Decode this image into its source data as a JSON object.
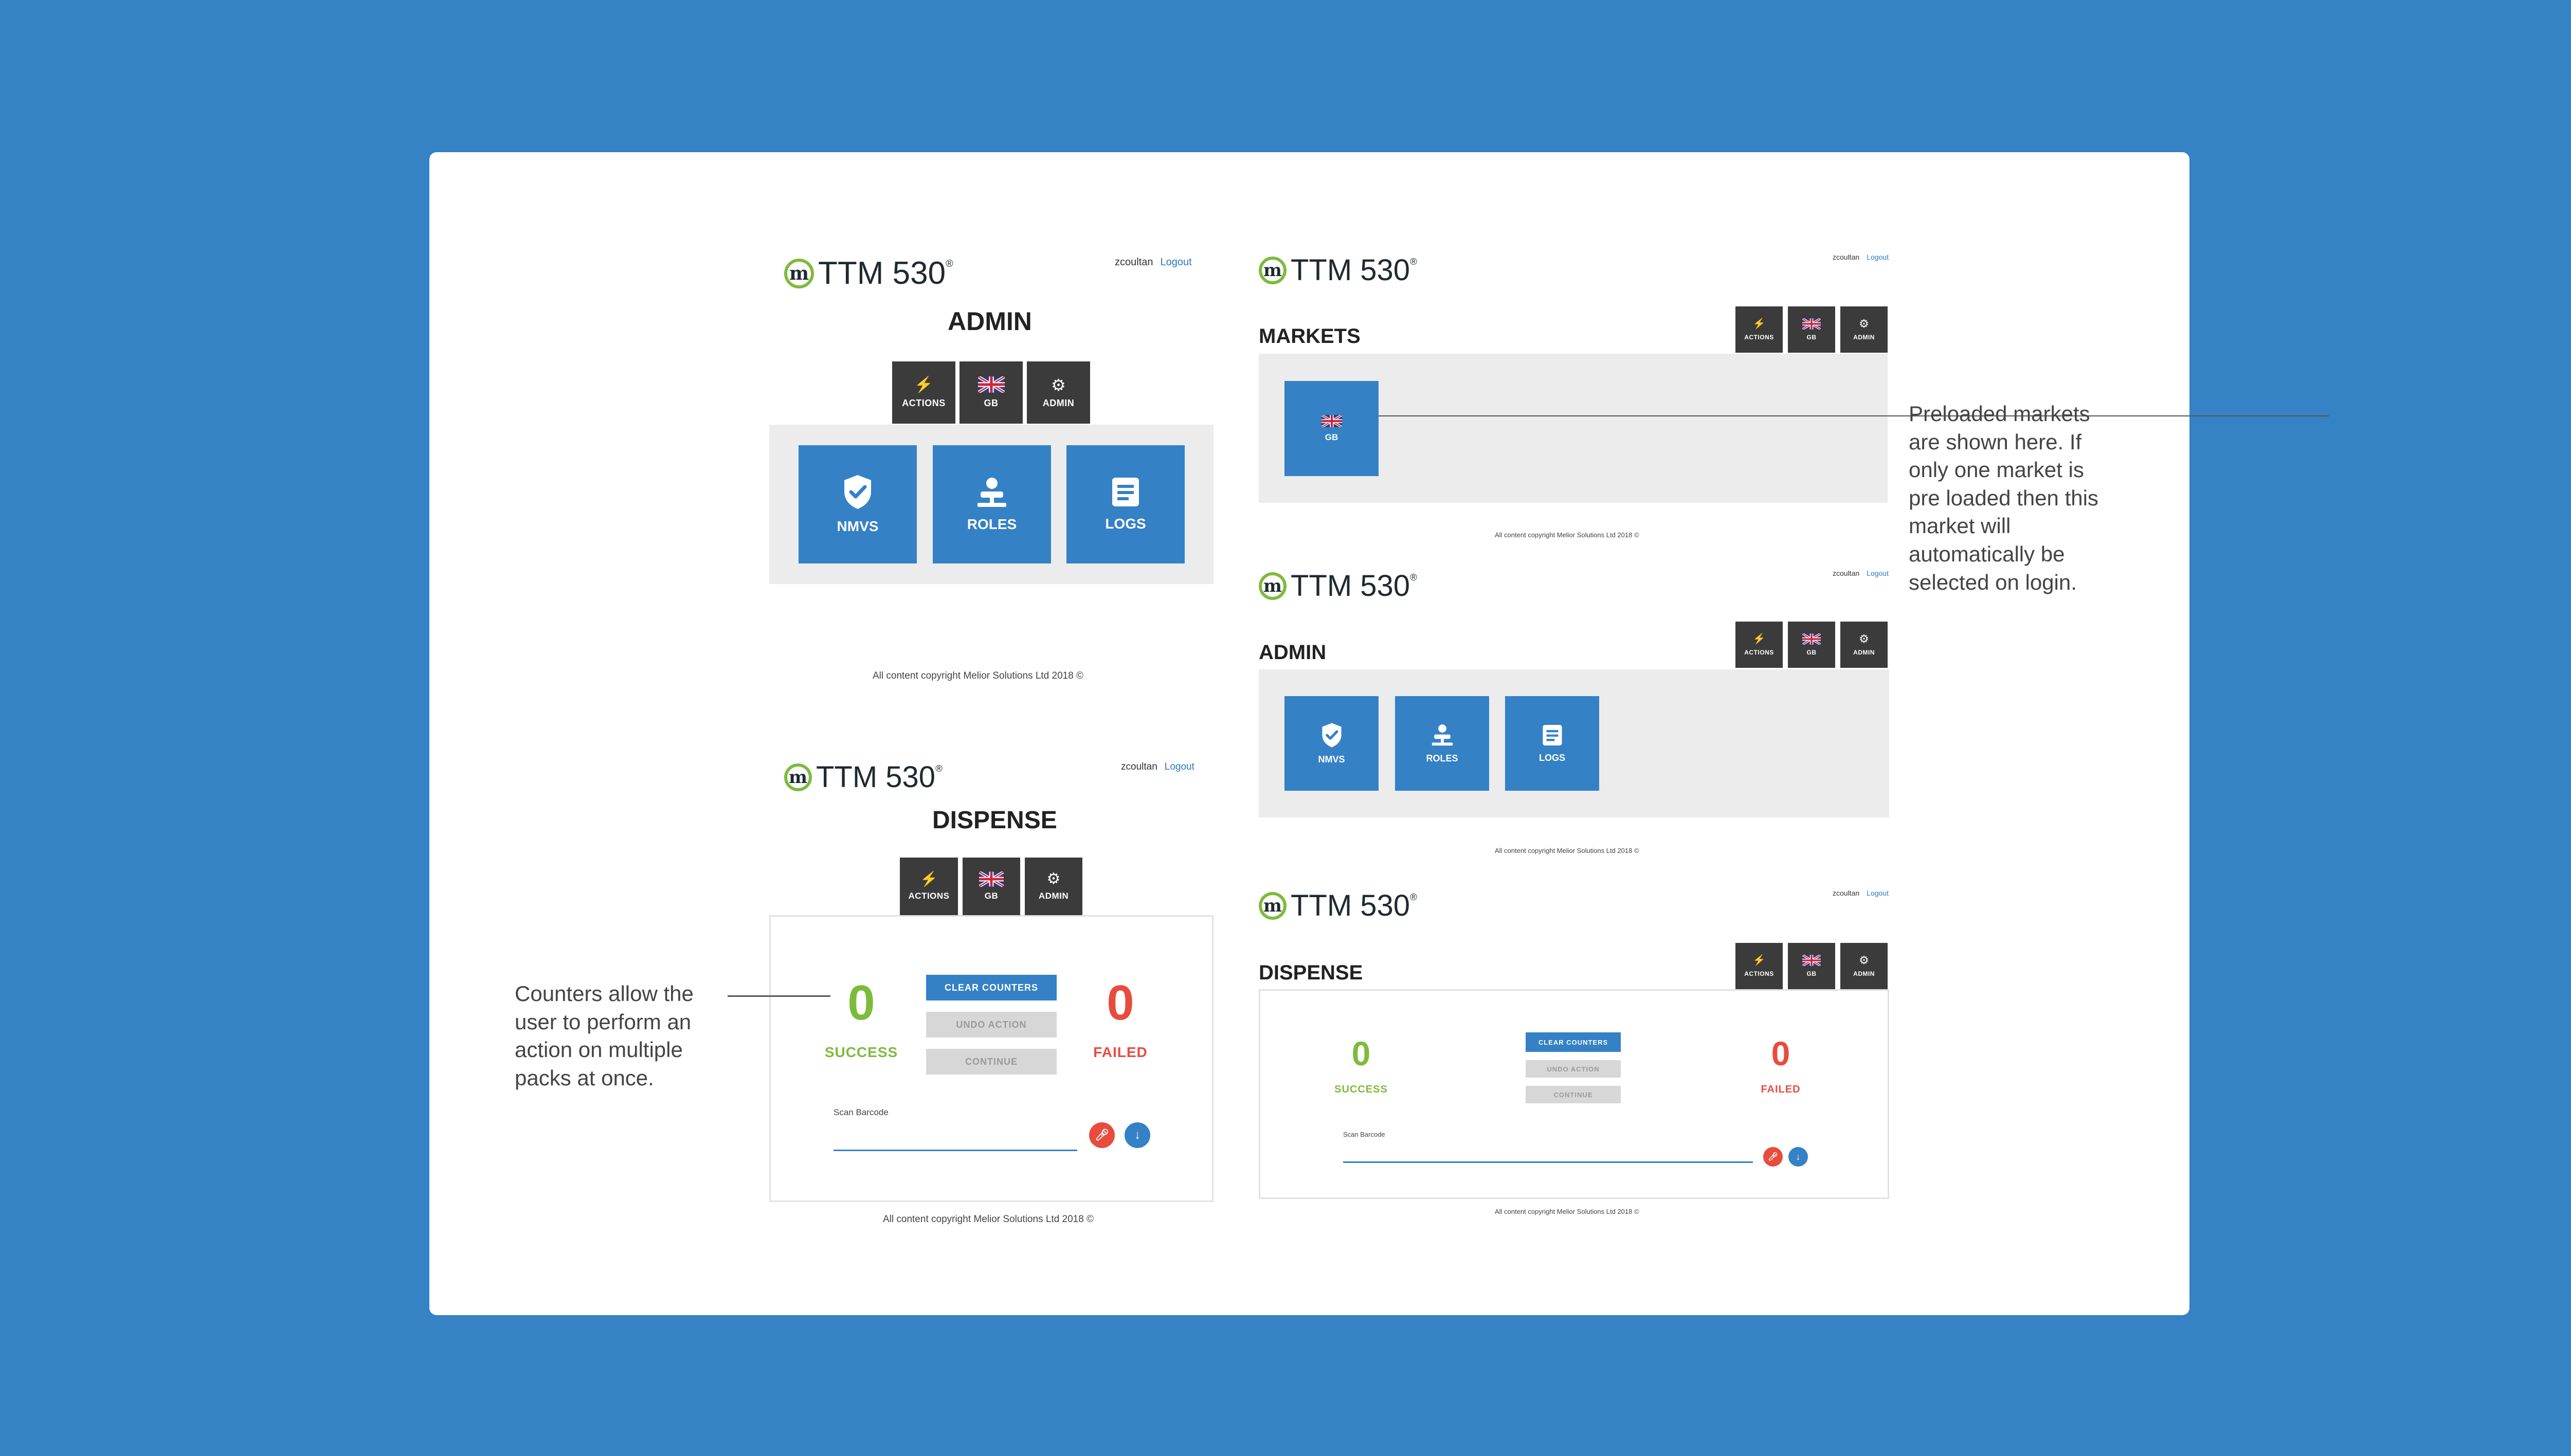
{
  "brand": {
    "logo_letter": "m",
    "app_name": "TTM 530",
    "registered": "®"
  },
  "user": {
    "username": "zcoultan",
    "logout": "Logout"
  },
  "nav": {
    "actions": "ACTIONS",
    "market": "GB",
    "admin": "ADMIN"
  },
  "screens": {
    "admin_mobile": {
      "title": "ADMIN",
      "tiles": [
        "NMVS",
        "ROLES",
        "LOGS"
      ]
    },
    "dispense_mobile": {
      "title": "DISPENSE"
    },
    "markets_desktop": {
      "title": "MARKETS",
      "market_tile": "GB"
    },
    "admin_desktop": {
      "title": "ADMIN",
      "tiles": [
        "NMVS",
        "ROLES",
        "LOGS"
      ]
    },
    "dispense_desktop": {
      "title": "DISPENSE"
    }
  },
  "dispense": {
    "success_count": "0",
    "success_label": "SUCCESS",
    "failed_count": "0",
    "failed_label": "FAILED",
    "clear_counters": "CLEAR COUNTERS",
    "undo_action": "UNDO ACTION",
    "continue": "CONTINUE",
    "scan_label": "Scan Barcode"
  },
  "copyright": "All content copyright Melior Solutions Ltd 2018 ©",
  "annotations": {
    "markets": "Preloaded markets are shown here. If only one market is pre loaded then this market will automatically be selected on login.",
    "counters": "Counters allow the user to perform an action on multiple packs at once."
  },
  "colors": {
    "background": "#3582c4",
    "primary": "#3481c6",
    "success": "#7dbb3c",
    "failed": "#e84c3d",
    "nav_dark": "#3b3b3b"
  }
}
